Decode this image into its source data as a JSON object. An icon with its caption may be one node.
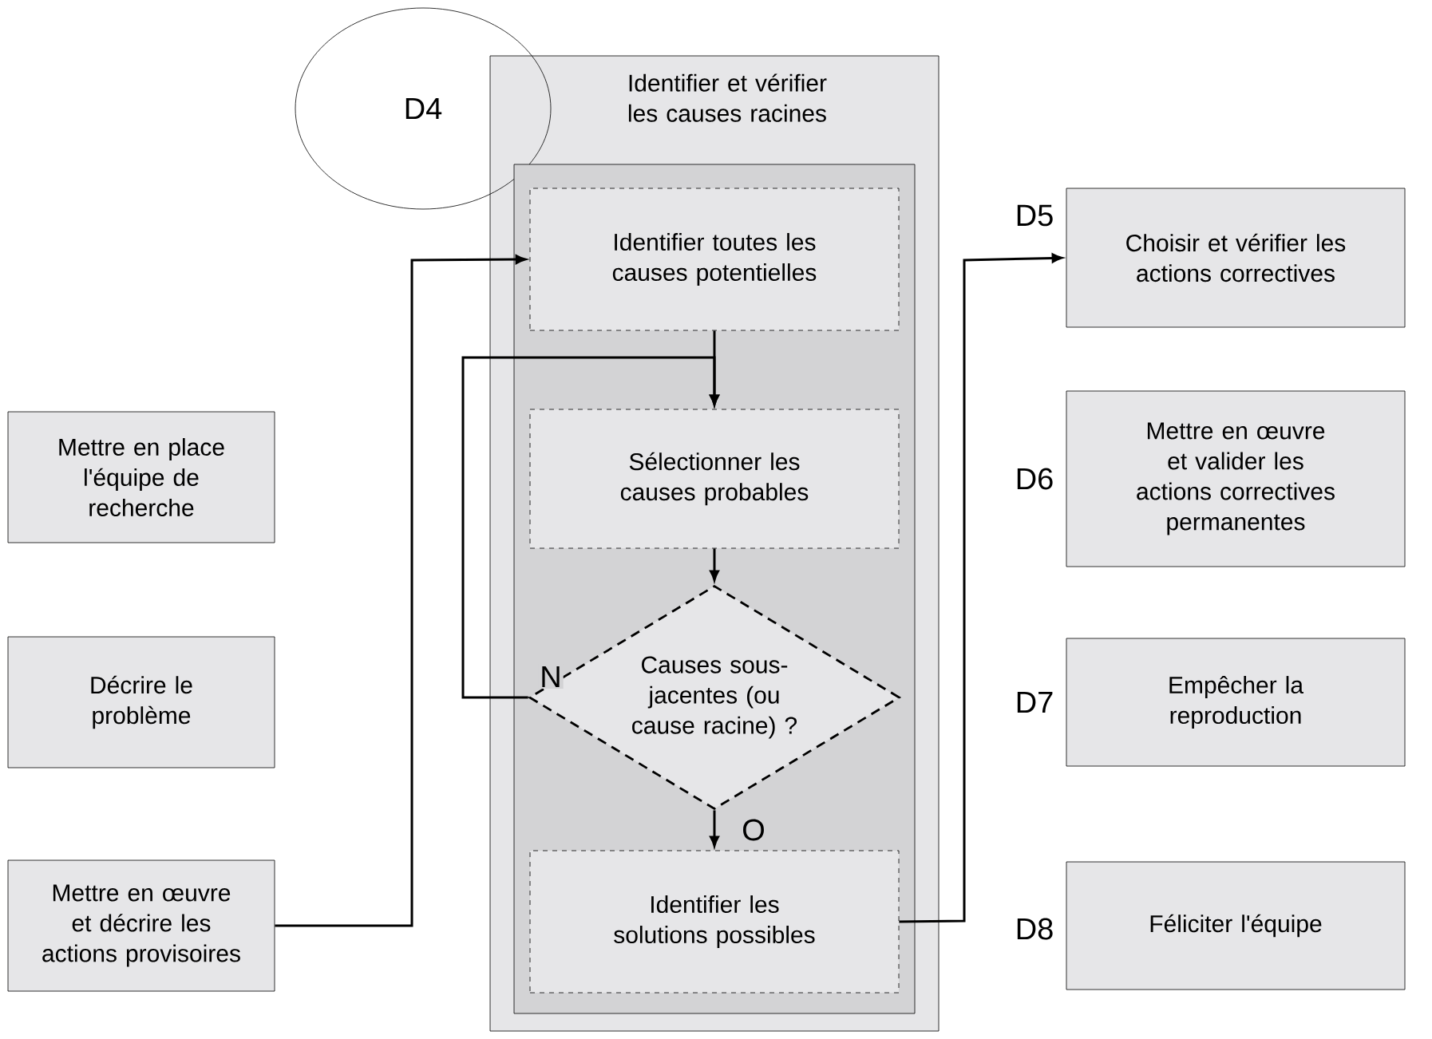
{
  "diagram": {
    "nodes": [
      {
        "text": [
          "Identifier et vérifier les causes racines"
        ]
      },
      {
        "text": [
          "D4"
        ]
      },
      {
        "text": [],
        "shape": "box",
        "in": 0
      },
      {
        "text": [
          "Identifier toutes les causes potentielles"
        ],
        "in": 2
      },
      {
        "text": [
          "Sélectionner les causes probables"
        ],
        "in": 2
      },
      {
        "text": [
          "Causes sous-jacentes (ou cause racine) ?"
        ],
        "in": 2
      },
      {
        "text": [
          "Identifier les solutions possibles"
        ],
        "in": 2
      },
      {
        "text": [
          "Mettre en place l'équipe de recherche"
        ]
      },
      {
        "text": [
          "Décrire le problème"
        ]
      },
      {
        "text": [
          "Mettre en œuvre et décrire les actions provisoires"
        ]
      },
      {
        "text": [
          "Choisir et vérifier les actions correctives"
        ],
        "beside": [
          "D5"
        ]
      },
      {
        "text": [
          "Mettre en œuvre et valider les actions correctives permanentes"
        ],
        "beside": [
          "D6"
        ]
      },
      {
        "text": [
          "Empêcher la reproduction"
        ],
        "beside": [
          "D7"
        ]
      },
      {
        "text": [
          "Féliciter l'équipe"
        ],
        "beside": [
          "D8"
        ]
      }
    ],
    "edges": [
      {
        "from": 9,
        "to": 3,
        "arrow": "to"
      },
      {
        "from": 3,
        "to": 4,
        "arrow": "to"
      },
      {
        "from": 4,
        "to": 5,
        "arrow": "to"
      },
      {
        "from": 5,
        "to": 4,
        "arrow": "to",
        "label": "N"
      },
      {
        "from": 5,
        "to": 6,
        "arrow": "to",
        "label": "O"
      },
      {
        "from": 6,
        "to": 10,
        "arrow": "to"
      }
    ]
  }
}
